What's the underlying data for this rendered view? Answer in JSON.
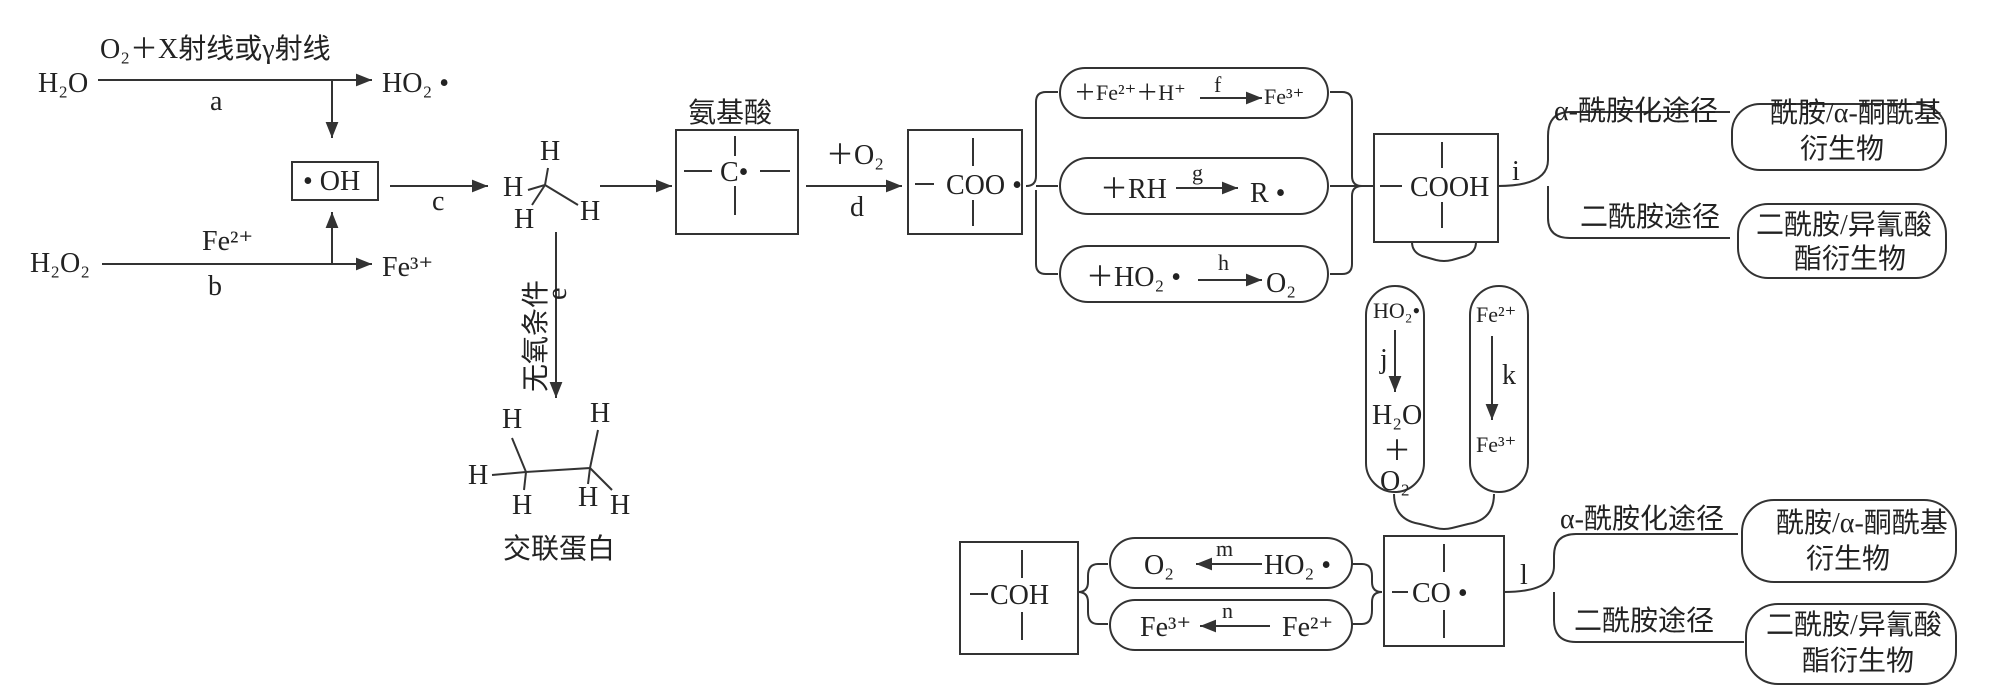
{
  "colors": {
    "ink": "#222222",
    "line": "#333333",
    "background": "#ffffff"
  },
  "radiolysis": {
    "h2o": "H₂O",
    "o2_xray": "O₂＋X射线或γ射线",
    "ho2": "HO₂ •",
    "label_a": "a",
    "h2o2": "H₂O₂",
    "fe2": "Fe²⁺",
    "fe3": "Fe³⁺",
    "label_b": "b",
    "oh_box": "• OH",
    "label_c": "c"
  },
  "methyl": {
    "h": "H"
  },
  "anaerobic": {
    "condition": "无氧条件",
    "label_e": "e",
    "product": "交联蛋白"
  },
  "amino_acid": {
    "title": "氨基酸",
    "radical": "C•"
  },
  "oxygenation": {
    "o2": "＋O₂",
    "label_d": "d"
  },
  "peroxyl": {
    "radical": "COO •"
  },
  "branches": {
    "f": {
      "reactants": "＋Fe²⁺＋H⁺",
      "label": "f",
      "product": "Fe³⁺"
    },
    "g": {
      "reactants": "＋RH",
      "label": "g",
      "product": "R •"
    },
    "h": {
      "reactants": "＋HO₂ •",
      "label": "h",
      "product": "O₂"
    }
  },
  "hydroperoxide": {
    "formula": "COOH",
    "label_i": "i"
  },
  "pathways_top": {
    "alpha_path": "α-酰胺化途径",
    "alpha_product_line1": "酰胺/α-酮酰基",
    "alpha_product_line2": "衍生物",
    "diamide_path": "二酰胺途径",
    "diamide_product_line1": "二酰胺/异氰酸",
    "diamide_product_line2": "酯衍生物"
  },
  "decomp_j": {
    "reactant": "HO₂•",
    "label": "j",
    "product1": "H₂O",
    "plus": "＋",
    "product2": "O₂"
  },
  "decomp_k": {
    "reactant": "Fe²⁺",
    "label": "k",
    "product": "Fe³⁺"
  },
  "alkoxyl": {
    "radical": "CO •",
    "label_l": "l"
  },
  "pathways_bottom": {
    "alpha_path": "α-酰胺化途径",
    "alpha_product_line1": "酰胺/α-酮酰基",
    "alpha_product_line2": "衍生物",
    "diamide_path": "二酰胺途径",
    "diamide_product_line1": "二酰胺/异氰酸",
    "diamide_product_line2": "酯衍生物"
  },
  "reduction": {
    "m": {
      "product": "O₂",
      "label": "m",
      "reactant": "HO₂ •"
    },
    "n": {
      "product": "Fe³⁺",
      "label": "n",
      "reactant": "Fe²⁺"
    },
    "alcohol": "COH"
  }
}
